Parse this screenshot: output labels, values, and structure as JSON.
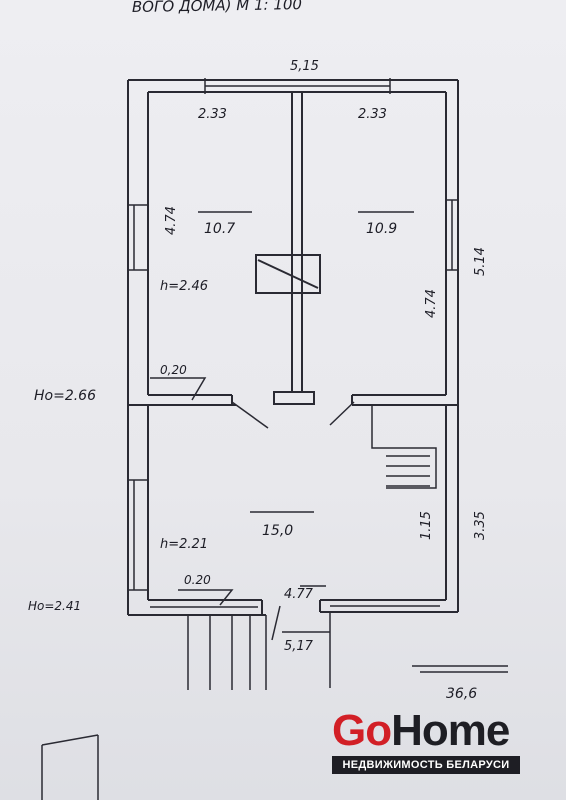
{
  "header_text": "ВОГО ДОМА) М 1: 100",
  "dimensions": {
    "overall_width": "5,15",
    "room_left_width": "2.33",
    "room_right_width": "2.33",
    "left_room_depth": "4.74",
    "right_room_depth": "4.74",
    "right_outer_depth": "5.14",
    "lower_right_depth": "3.35",
    "lower_inner_depth": "1.15",
    "bottom_inner_width": "4.77",
    "bottom_outer_width": "5,17"
  },
  "areas": {
    "room_left": "10.7",
    "room_right": "10.9",
    "room_lower": "15,0",
    "total": "36,6"
  },
  "heights": {
    "upper_ceiling": "h=2.46",
    "lower_ceiling": "h=2.21",
    "upper_floor_level": "Hо=2.66",
    "lower_floor_level": "Hо=2.41"
  },
  "wall_thickness": {
    "upper_partition": "0,20",
    "lower_partition": "0.20"
  },
  "brand": {
    "go": "Go",
    "home": "Home",
    "tagline": "НЕДВИЖИМОСТЬ БЕЛАРУСИ",
    "go_color": "#d21f26",
    "text_color": "#1e1e24"
  }
}
